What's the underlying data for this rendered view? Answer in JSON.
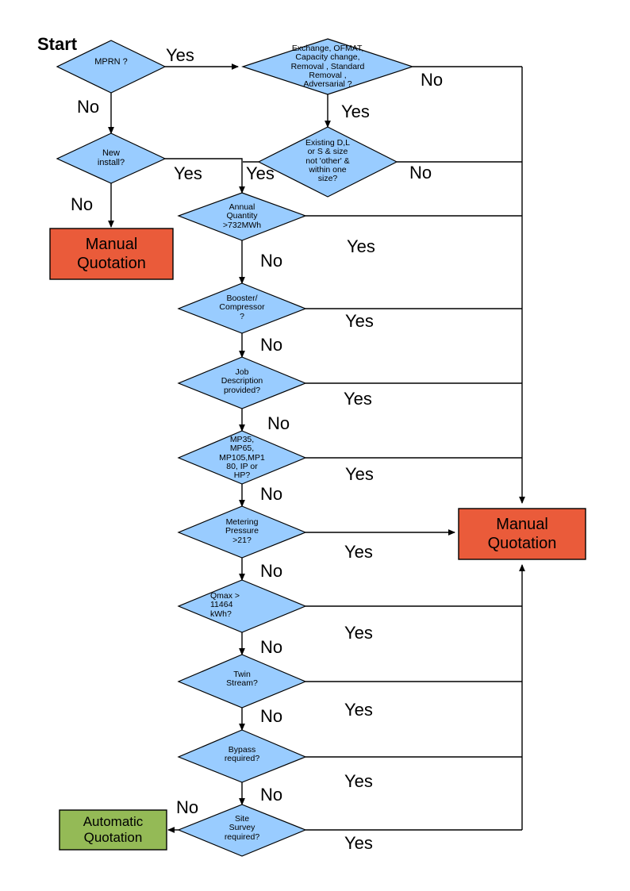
{
  "diagram": {
    "title_label": "Start",
    "colors": {
      "decision_fill": "#99CCFF",
      "decision_stroke": "#000000",
      "manual_fill": "#EA5B3A",
      "automatic_fill": "#94BA56",
      "terminator_stroke": "#000000",
      "connector": "#000000",
      "background": "#FFFFFF"
    },
    "decisions": [
      {
        "id": "mprn",
        "text": "MPRN ?"
      },
      {
        "id": "exchange",
        "text": "Exchange, OFMAT,\nCapacity change,\nRemoval , Standard\nRemoval ,\nAdversarial ?"
      },
      {
        "id": "new-install",
        "text": "New\ninstall?"
      },
      {
        "id": "existing",
        "text": "Existing D,L\nor S & size\nnot 'other' &\nwithin one\nsize?"
      },
      {
        "id": "annual-quantity",
        "text": "Annual\nQuantity\n>732MWh"
      },
      {
        "id": "booster",
        "text": "Booster/\nCompressor\n?"
      },
      {
        "id": "job-desc",
        "text": "Job\nDescription\nprovided?"
      },
      {
        "id": "mp-class",
        "text": "MP35,\nMP65,\nMP105,MP1\n80, IP or\nHP?"
      },
      {
        "id": "metering-pressure",
        "text": "Metering\nPressure\n>21?"
      },
      {
        "id": "qmax",
        "text": "Qmax >\n11464\nkWh?"
      },
      {
        "id": "twin-stream",
        "text": "Twin\nStream?"
      },
      {
        "id": "bypass",
        "text": "Bypass\nrequired?"
      },
      {
        "id": "site-survey",
        "text": "Site\nSurvey\nrequired?"
      }
    ],
    "terminators": [
      {
        "id": "manual-left",
        "text": "Manual\nQuotation",
        "kind": "manual"
      },
      {
        "id": "manual-right",
        "text": "Manual\nQuotation",
        "kind": "manual"
      },
      {
        "id": "automatic",
        "text": "Automatic\nQuotation",
        "kind": "automatic"
      }
    ],
    "edge_labels": [
      {
        "id": "mprn-yes",
        "text": "Yes"
      },
      {
        "id": "mprn-no",
        "text": "No"
      },
      {
        "id": "exchange-no",
        "text": "No"
      },
      {
        "id": "exchange-yes",
        "text": "Yes"
      },
      {
        "id": "new-install-yes",
        "text": "Yes"
      },
      {
        "id": "new-install-no",
        "text": "No"
      },
      {
        "id": "existing-no",
        "text": "No"
      },
      {
        "id": "existing-yes",
        "text": "Yes"
      },
      {
        "id": "annual-quantity-yes",
        "text": "Yes"
      },
      {
        "id": "annual-quantity-no",
        "text": "No"
      },
      {
        "id": "booster-yes",
        "text": "Yes"
      },
      {
        "id": "booster-no",
        "text": "No"
      },
      {
        "id": "job-desc-yes",
        "text": "Yes"
      },
      {
        "id": "job-desc-no",
        "text": "No"
      },
      {
        "id": "mp-class-yes",
        "text": "Yes"
      },
      {
        "id": "mp-class-no",
        "text": "No"
      },
      {
        "id": "metering-pressure-yes",
        "text": "Yes"
      },
      {
        "id": "metering-pressure-no",
        "text": "No"
      },
      {
        "id": "qmax-yes",
        "text": "Yes"
      },
      {
        "id": "qmax-no",
        "text": "No"
      },
      {
        "id": "twin-stream-yes",
        "text": "Yes"
      },
      {
        "id": "twin-stream-no",
        "text": "No"
      },
      {
        "id": "bypass-yes",
        "text": "Yes"
      },
      {
        "id": "bypass-no",
        "text": "No"
      },
      {
        "id": "site-survey-yes",
        "text": "Yes"
      },
      {
        "id": "site-survey-no",
        "text": "No"
      }
    ]
  }
}
